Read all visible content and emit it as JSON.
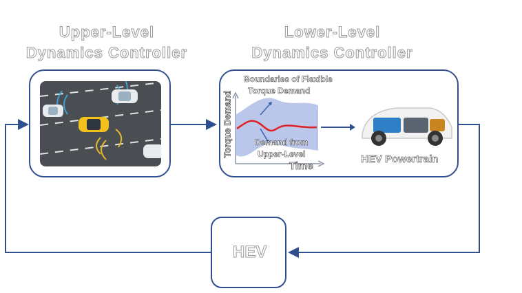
{
  "upper": {
    "title_line1": "Upper-Level",
    "title_line2": "Dynamics Controller"
  },
  "lower": {
    "title_line1": "Lower-Level",
    "title_line2": "Dynamics Controller",
    "boundaries_line1": "Boundaries of Flexible",
    "boundaries_line2": "Torque Demand",
    "demand_line1": "Demand from",
    "demand_line2": "Upper-Level",
    "y_axis": "Torque Demand",
    "x_axis": "Time",
    "powertrain": "HEV Powertrain"
  },
  "hev": {
    "label": "HEV"
  },
  "colors": {
    "box_border": "#2f4f8f",
    "arrow": "#2f4f8f",
    "curve": "#e02020",
    "band": "#aebde8"
  }
}
